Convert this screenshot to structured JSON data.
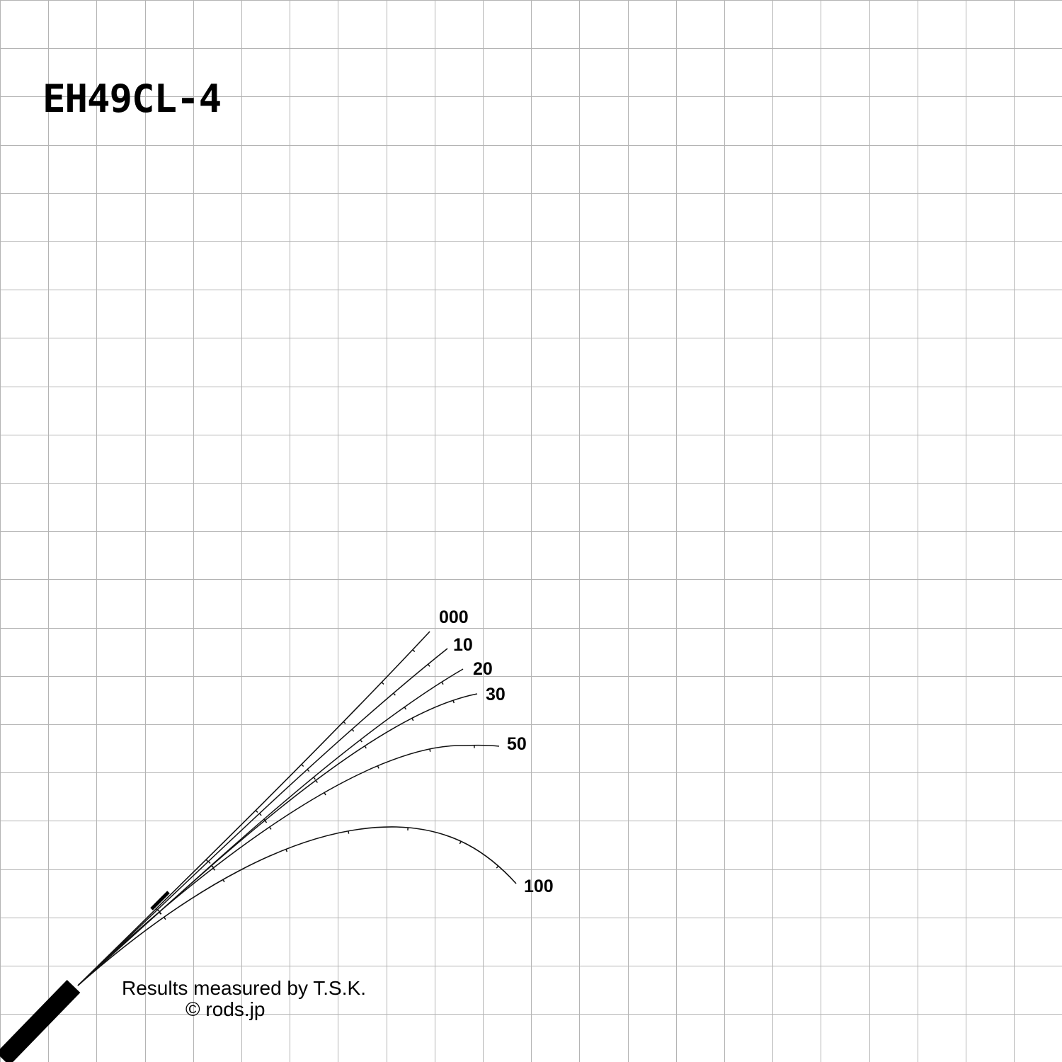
{
  "title": "EH49CL-4",
  "curves": [
    {
      "label": "000"
    },
    {
      "label": "10"
    },
    {
      "label": "20"
    },
    {
      "label": "30"
    },
    {
      "label": "50"
    },
    {
      "label": "100"
    }
  ],
  "credit": {
    "measured_by": "Results measured by T.S.K.",
    "copyright": "© rods.jp"
  },
  "colors": {
    "background": "#ffffff",
    "grid": "#b4b4b4",
    "rod": "#111111",
    "handle": "#000000"
  }
}
